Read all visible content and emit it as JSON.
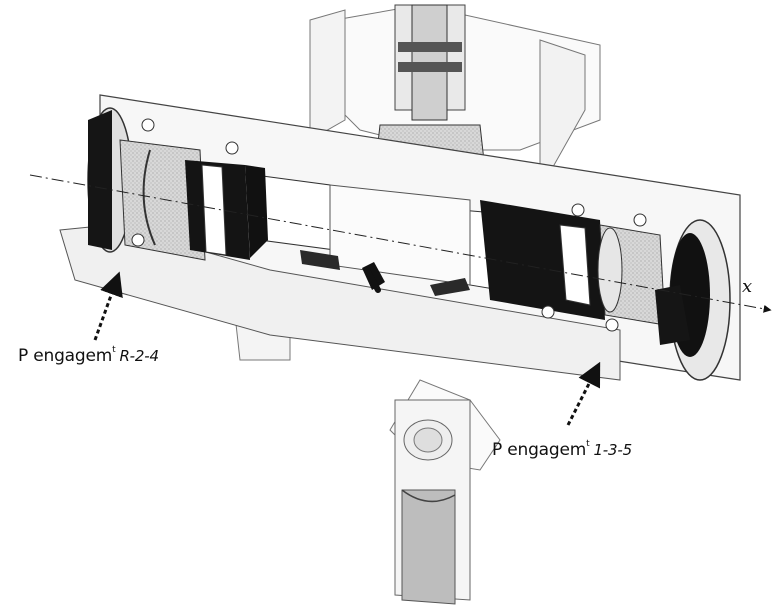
{
  "annotations": {
    "left": {
      "text": "P engagem",
      "mark": "t",
      "gears": "R-2-4"
    },
    "right": {
      "text": "P engagem",
      "mark": "t",
      "gears": "1-3-5"
    }
  },
  "axis": {
    "label": "x"
  }
}
